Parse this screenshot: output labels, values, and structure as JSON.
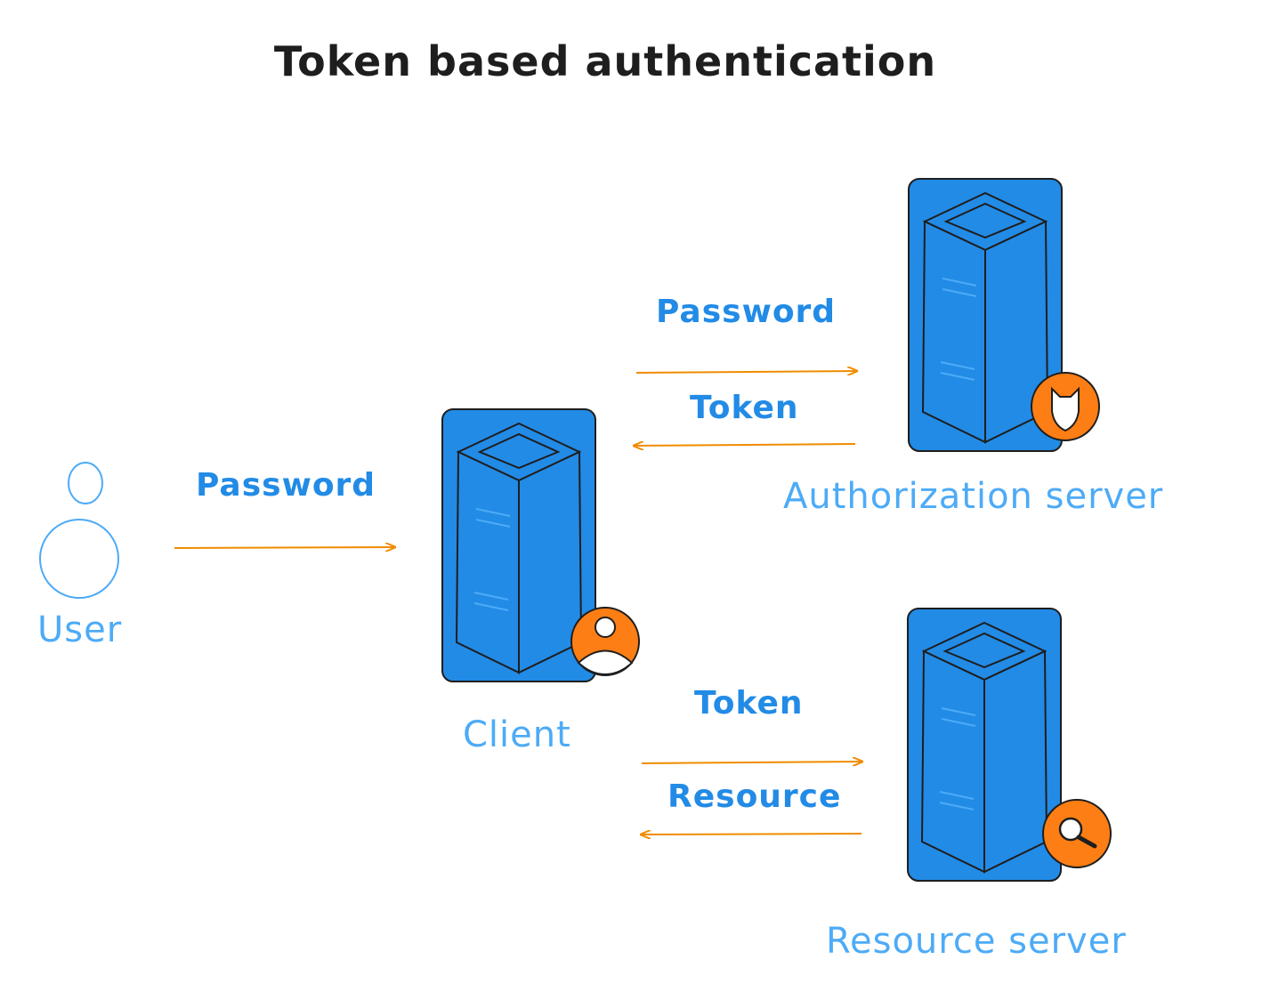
{
  "title": "Token based authentication",
  "nodes": {
    "user": {
      "label": "User"
    },
    "client": {
      "label": "Client"
    },
    "auth_server": {
      "label": "Authorization server"
    },
    "resource_server": {
      "label": "Resource server"
    }
  },
  "edges": {
    "user_to_client": {
      "label": "Password"
    },
    "client_to_auth": {
      "label": "Password"
    },
    "auth_to_client": {
      "label": "Token"
    },
    "client_to_resource": {
      "label": "Token"
    },
    "resource_to_client": {
      "label": "Resource"
    }
  },
  "colors": {
    "server_fill": "#228be6",
    "server_stroke": "#1e1e1e",
    "badge_fill": "#fd7e14",
    "arrow": "#f08c00",
    "label": "#228be6",
    "user_outline": "#4dabf7",
    "title": "#1e1e1e"
  },
  "icons": {
    "client_badge": "person-icon",
    "auth_badge": "shield-icon",
    "resource_badge": "magnifier-icon"
  }
}
